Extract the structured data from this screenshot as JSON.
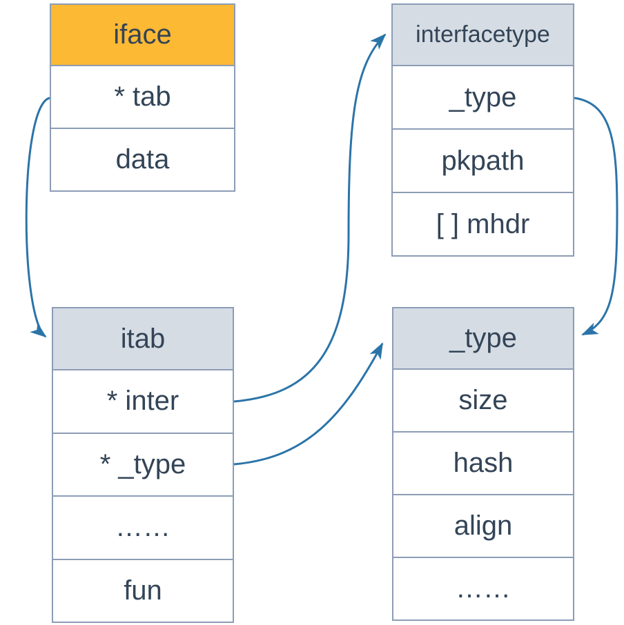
{
  "colors": {
    "accent_orange": "#FCB934",
    "header_gray": "#D6DCE4",
    "box_border": "#8C9CB5",
    "text": "#334457",
    "arrow": "#2B74A8"
  },
  "diagram": {
    "boxes": {
      "iface": {
        "title": "iface",
        "rows": [
          "* tab",
          "data"
        ]
      },
      "interfacetype": {
        "title": "interfacetype",
        "rows": [
          "_type",
          "pkpath",
          "[ ] mhdr"
        ]
      },
      "itab": {
        "title": "itab",
        "rows": [
          "* inter",
          "* _type",
          "……",
          "fun"
        ]
      },
      "type": {
        "title": "_type",
        "rows": [
          "size",
          "hash",
          "align",
          "……"
        ]
      }
    },
    "arrows": [
      {
        "from": "iface.* tab",
        "to": "itab"
      },
      {
        "from": "itab.* inter",
        "to": "interfacetype"
      },
      {
        "from": "itab.* _type",
        "to": "_type"
      },
      {
        "from": "interfacetype._type",
        "to": "_type"
      }
    ]
  }
}
